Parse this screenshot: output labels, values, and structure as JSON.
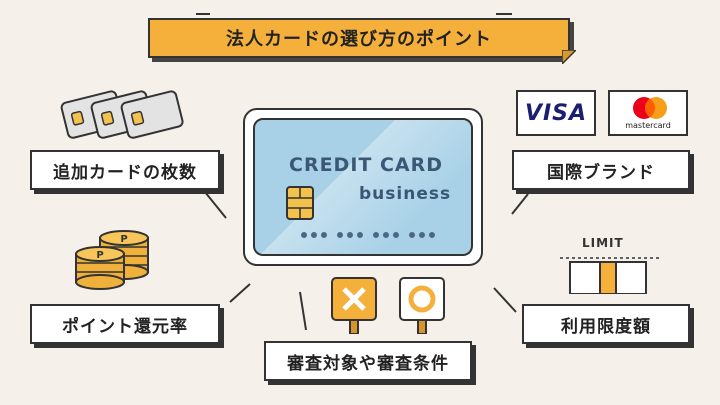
{
  "title": "法人カードの選び方のポイント",
  "card": {
    "title": "CREDIT CARD",
    "subtitle": "business"
  },
  "labels": {
    "additional_cards": "追加カードの枚数",
    "point_rate": "ポイント還元率",
    "review": "審査対象や審査条件",
    "brand": "国際ブランド",
    "limit": "利用限度額"
  },
  "brands": {
    "visa": "VISA",
    "mastercard": "mastercard"
  },
  "limit_text": "LIMIT",
  "coin_letter": "P",
  "colors": {
    "background": "#f5f1ea",
    "accent": "#f4b03a",
    "card_blue": "#a8d1e7",
    "visa_blue": "#1a1f71",
    "mc_red": "#eb001b",
    "mc_orange": "#f79e1b"
  }
}
